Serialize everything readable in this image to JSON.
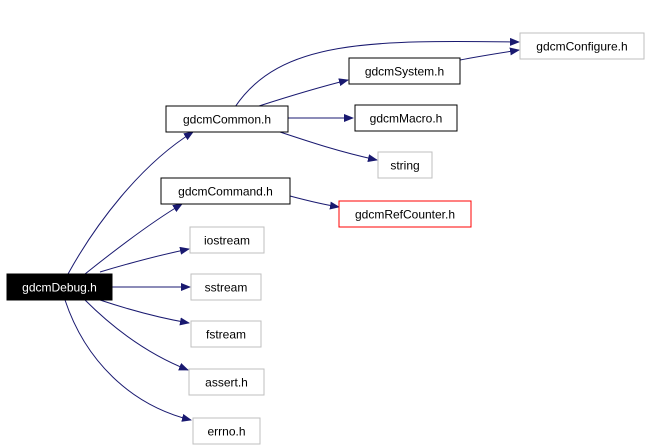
{
  "graph": {
    "nodes": [
      {
        "id": "gdcmDebug",
        "label": "gdcmDebug.h",
        "style": "root"
      },
      {
        "id": "gdcmCommon",
        "label": "gdcmCommon.h",
        "style": "local"
      },
      {
        "id": "gdcmCommand",
        "label": "gdcmCommand.h",
        "style": "local"
      },
      {
        "id": "iostream",
        "label": "iostream",
        "style": "external"
      },
      {
        "id": "sstream",
        "label": "sstream",
        "style": "external"
      },
      {
        "id": "fstream",
        "label": "fstream",
        "style": "external"
      },
      {
        "id": "assert",
        "label": "assert.h",
        "style": "external"
      },
      {
        "id": "errno",
        "label": "errno.h",
        "style": "external"
      },
      {
        "id": "gdcmSystem",
        "label": "gdcmSystem.h",
        "style": "local"
      },
      {
        "id": "gdcmMacro",
        "label": "gdcmMacro.h",
        "style": "local"
      },
      {
        "id": "string",
        "label": "string",
        "style": "external"
      },
      {
        "id": "gdcmConfigure",
        "label": "gdcmConfigure.h",
        "style": "external"
      },
      {
        "id": "gdcmRefCounter",
        "label": "gdcmRefCounter.h",
        "style": "truncated"
      }
    ],
    "edges": [
      {
        "from": "gdcmDebug",
        "to": "gdcmCommon"
      },
      {
        "from": "gdcmDebug",
        "to": "gdcmCommand"
      },
      {
        "from": "gdcmDebug",
        "to": "iostream"
      },
      {
        "from": "gdcmDebug",
        "to": "sstream"
      },
      {
        "from": "gdcmDebug",
        "to": "fstream"
      },
      {
        "from": "gdcmDebug",
        "to": "assert"
      },
      {
        "from": "gdcmDebug",
        "to": "errno"
      },
      {
        "from": "gdcmCommon",
        "to": "gdcmConfigure"
      },
      {
        "from": "gdcmCommon",
        "to": "gdcmSystem"
      },
      {
        "from": "gdcmCommon",
        "to": "gdcmMacro"
      },
      {
        "from": "gdcmCommon",
        "to": "string"
      },
      {
        "from": "gdcmSystem",
        "to": "gdcmConfigure"
      },
      {
        "from": "gdcmCommand",
        "to": "gdcmRefCounter"
      }
    ],
    "colors": {
      "edge": "#191970",
      "root_fill": "#000000",
      "root_text": "#ffffff",
      "local_border": "#000000",
      "external_border": "#bfbfbf",
      "truncated_border": "#ff0000",
      "node_fill": "#ffffff",
      "node_text": "#000000"
    }
  }
}
